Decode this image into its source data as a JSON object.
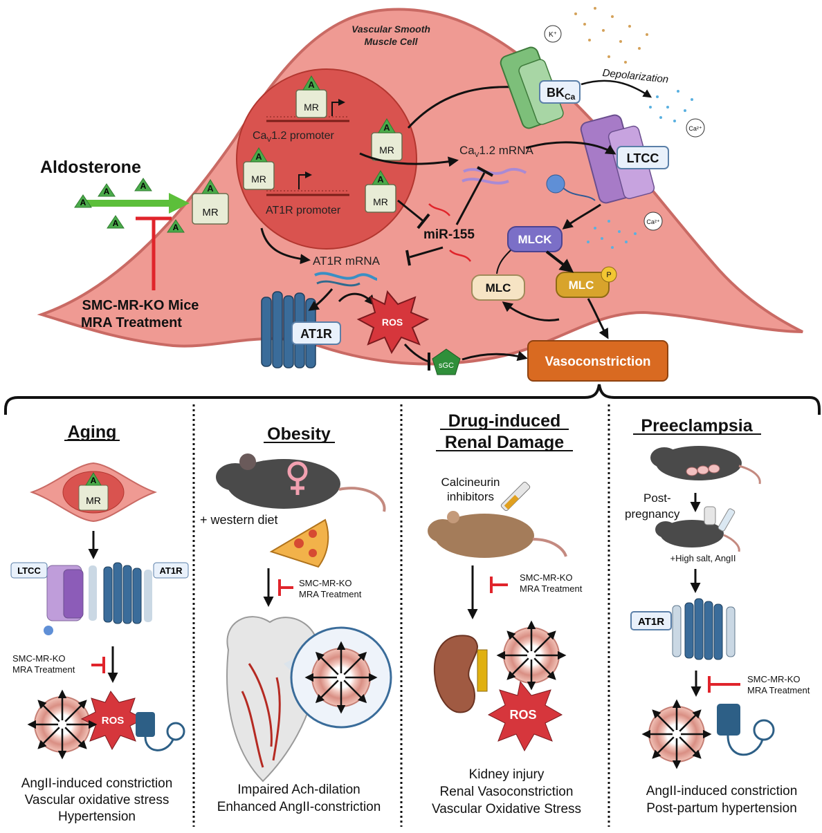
{
  "top": {
    "cell_label": [
      "Vascular Smooth",
      "Muscle Cell"
    ],
    "aldosterone": "Aldosterone",
    "ligand": "A",
    "mr": "MR",
    "block_label": [
      "SMC-MR-KO Mice",
      "MRA Treatment"
    ],
    "cav_promoter": [
      "Ca",
      "V",
      "1.2 promoter"
    ],
    "at1r_promoter": "AT1R promoter",
    "cav_mrna": [
      "Ca",
      "V",
      "1.2 mRNA"
    ],
    "mir155": "miR-155",
    "at1r_mrna": "AT1R mRNA",
    "bkca": [
      "BK",
      "Ca"
    ],
    "k_ion": "K⁺",
    "depolarization": "Depolarization",
    "ca_ion": "Ca²⁺",
    "ltcc": "LTCC",
    "mlck": "MLCK",
    "mlc": "MLC",
    "mlc_p": "MLC",
    "phospho": "P",
    "at1r": "AT1R",
    "ros": "ROS",
    "sgc": "sGC",
    "vasoconstriction": "Vasoconstriction"
  },
  "panels": {
    "aging": {
      "title": "Aging",
      "ltcc": "LTCC",
      "at1r": "AT1R",
      "block": [
        "SMC-MR-KO",
        "MRA Treatment"
      ],
      "ros": "ROS",
      "outcomes": [
        "AngII-induced constriction",
        "Vascular oxidative stress",
        "Hypertension"
      ]
    },
    "obesity": {
      "title": "Obesity",
      "diet": "+ western diet",
      "block": [
        "SMC-MR-KO",
        "MRA Treatment"
      ],
      "outcomes": [
        "Impaired Ach-dilation",
        "Enhanced AngII-constriction"
      ]
    },
    "renal": {
      "title": [
        "Drug-induced",
        "Renal Damage"
      ],
      "drug": [
        "Calcineurin",
        "inhibitors"
      ],
      "block": [
        "SMC-MR-KO",
        "MRA Treatment"
      ],
      "ros": "ROS",
      "outcomes": [
        "Kidney injury",
        "Renal Vasoconstriction",
        "Vascular Oxidative Stress"
      ]
    },
    "preeclampsia": {
      "title": "Preeclampsia",
      "post": [
        "Post-",
        "pregnancy"
      ],
      "salt": "+High salt, AngII",
      "at1r": "AT1R",
      "block": [
        "SMC-MR-KO",
        "MRA Treatment"
      ],
      "outcomes": [
        "AngII-induced constriction",
        "Post-partum hypertension"
      ]
    }
  },
  "colors": {
    "cell": "#ef9a93",
    "nucleus": "#d9534f",
    "arrow_green": "#5cbf3a",
    "inhibit_red": "#e0242b",
    "vaso_orange": "#d96a21",
    "mlck_purple": "#7b6fc7",
    "receptor_blue": "#3a6c9a"
  }
}
